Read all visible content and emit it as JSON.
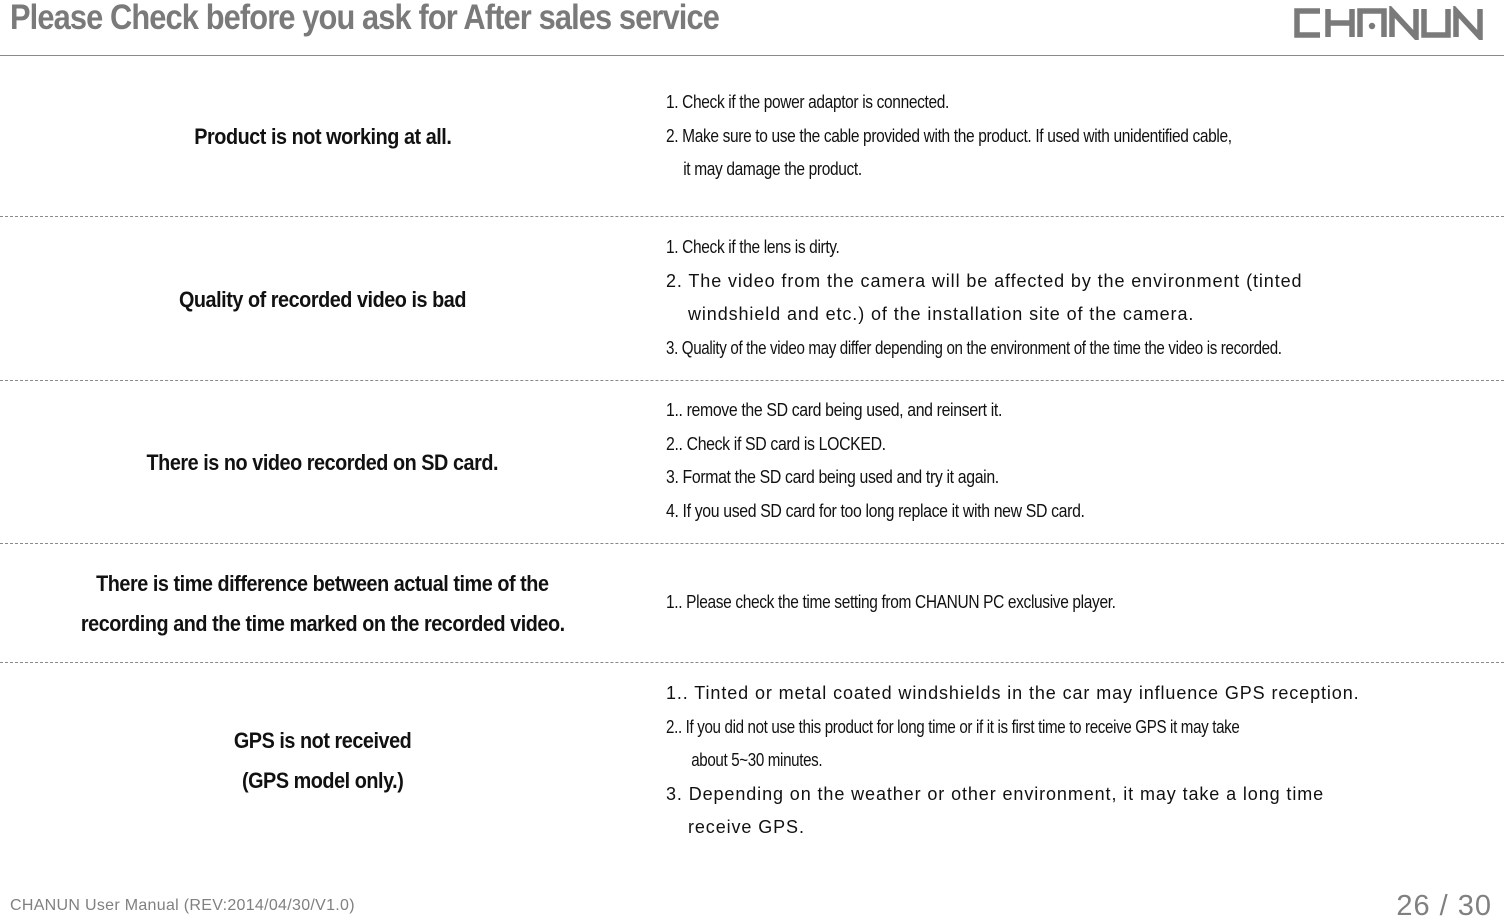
{
  "header": {
    "title": "Please Check before you ask for After sales service",
    "logo_text": "CHANUN"
  },
  "rows": [
    {
      "issue": [
        "Product is not working at all."
      ],
      "solutions": [
        {
          "text": "1. Check if the power adaptor is connected.",
          "indent": false
        },
        {
          "text": "2. Make sure to use the cable provided with the product. If used with unidentified cable,",
          "indent": false
        },
        {
          "text": "it may damage the product.",
          "indent": true
        }
      ]
    },
    {
      "issue": [
        "Quality of recorded video is bad"
      ],
      "solutions": [
        {
          "text": "1. Check if the lens is dirty.",
          "indent": false
        },
        {
          "text": "2. The video from the camera will be affected by the environment (tinted",
          "indent": false
        },
        {
          "text": "windshield and etc.) of the installation site of the camera.",
          "indent": true
        },
        {
          "text": "3. Quality of the video may differ depending on the environment of the time the video is recorded.",
          "indent": false
        }
      ]
    },
    {
      "issue": [
        "There is no video recorded on SD card."
      ],
      "solutions": [
        {
          "text": "1.. remove the SD card being used, and reinsert it.",
          "indent": false
        },
        {
          "text": "2.. Check if SD card is LOCKED.",
          "indent": false
        },
        {
          "text": "3. Format the SD card being used and try it again.",
          "indent": false
        },
        {
          "text": "4. If you used SD card for too long replace it with new SD card.",
          "indent": false
        }
      ]
    },
    {
      "issue": [
        "There is time difference between actual time of the",
        "recording and the time marked on the recorded video."
      ],
      "solutions": [
        {
          "text": "1.. Please check the time setting from CHANUN PC exclusive player.",
          "indent": false
        }
      ]
    },
    {
      "issue": [
        "GPS is not received",
        "(GPS model only.)"
      ],
      "solutions": [
        {
          "text": "1.. Tinted or metal coated windshields in the car may influence GPS reception.",
          "indent": false
        },
        {
          "text": "2.. If you did not use this product for long time or if it is first time to receive GPS it may take",
          "indent": false
        },
        {
          "text": "about 5~30 minutes.",
          "indent": true
        },
        {
          "text": "3. Depending on the weather or other environment, it may take a long time",
          "indent": false
        },
        {
          "text": "receive GPS.",
          "indent": true
        }
      ]
    }
  ],
  "footer": {
    "manual_label": "CHANUN User Manual (REV:2014/04/30/V1.0)",
    "page_indicator": "26 / 30"
  },
  "colors": {
    "title_gray": "#7a7a7a",
    "rule_gray": "#8a8a8a",
    "text": "#111111"
  }
}
